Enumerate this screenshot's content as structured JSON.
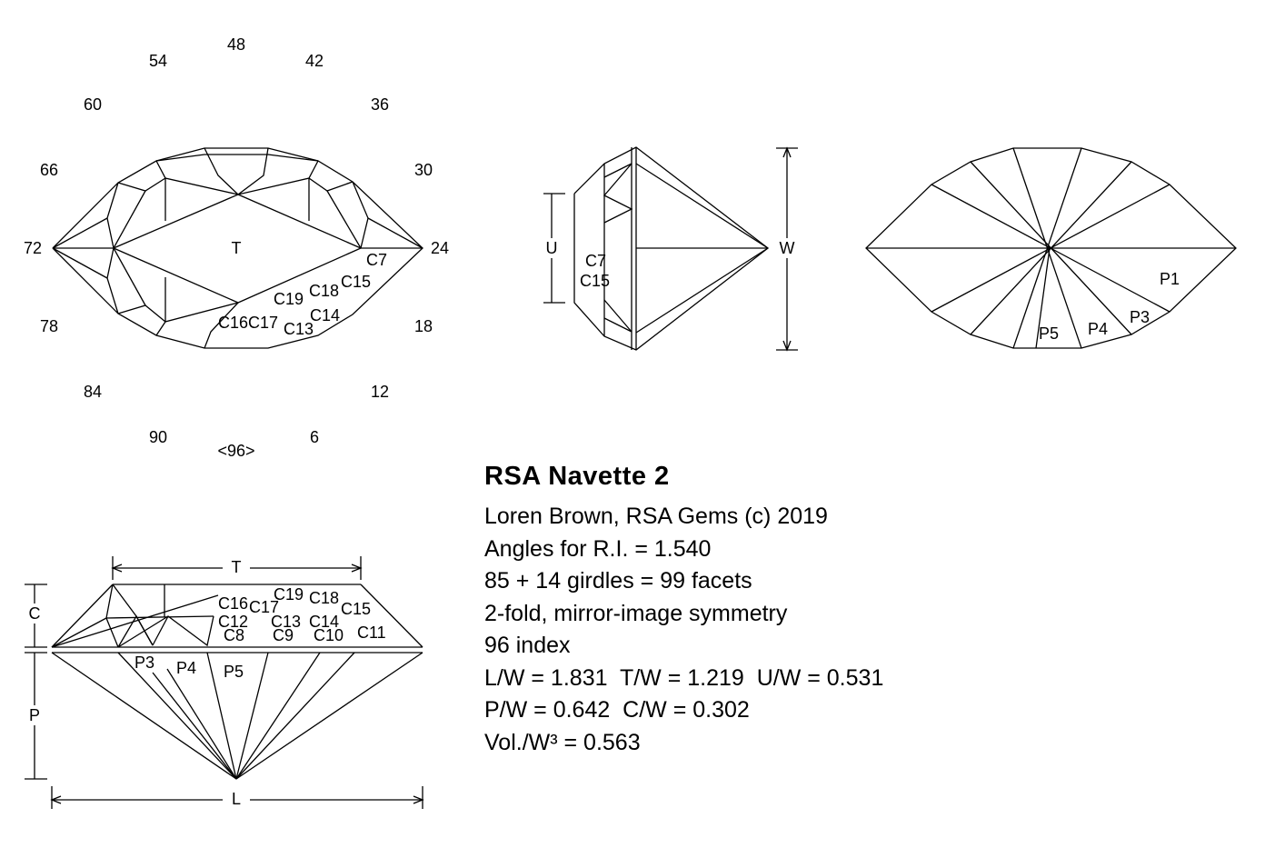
{
  "title": "RSA Navette 2",
  "info_lines": [
    "Loren Brown, RSA Gems (c) 2019",
    "Angles for R.I. = 1.540",
    "85 + 14 girdles = 99 facets",
    "2-fold, mirror-image symmetry",
    "96 index",
    "L/W = 1.831  T/W = 1.219  U/W = 0.531",
    "P/W = 0.642  C/W = 0.302",
    "Vol./W³ = 0.563"
  ],
  "index_labels": [
    "48",
    "54",
    "42",
    "60",
    "36",
    "66",
    "30",
    "72",
    "24",
    "78",
    "18",
    "84",
    "12",
    "90",
    "<96>",
    "6"
  ],
  "crown_labels": [
    "T",
    "C7",
    "C15",
    "C18",
    "C19",
    "C14",
    "C16",
    "C17",
    "C13",
    "C12",
    "C8",
    "C9",
    "C10",
    "C11"
  ],
  "pavilion_labels": [
    "P1",
    "P3",
    "P4",
    "P5"
  ],
  "dimension_labels": {
    "T": "T",
    "L": "L",
    "C": "C",
    "P": "P",
    "U": "U",
    "W": "W"
  }
}
